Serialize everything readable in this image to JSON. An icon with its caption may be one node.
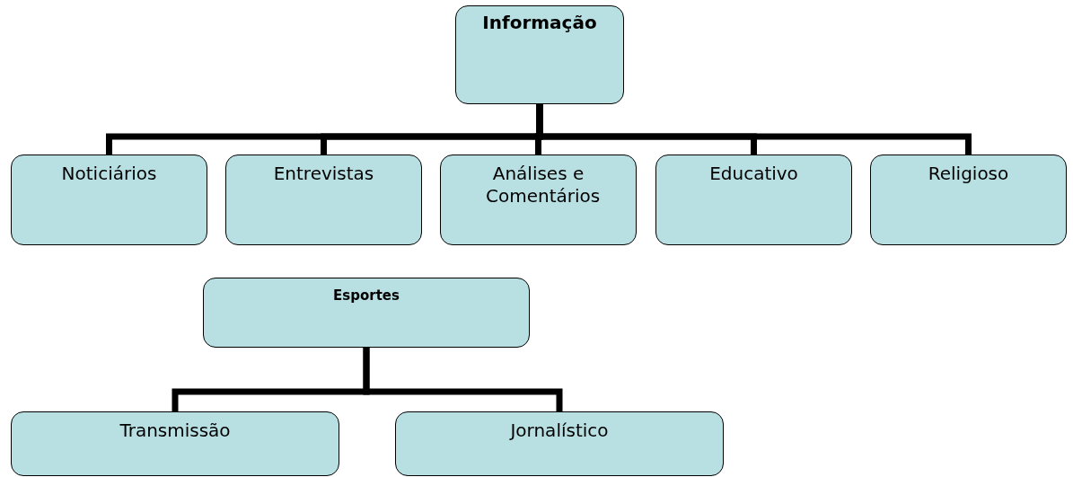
{
  "diagram": {
    "nodes": [
      {
        "text": [
          "Informação"
        ]
      },
      {
        "text": [
          "Noticiários"
        ]
      },
      {
        "text": [
          "Entrevistas"
        ]
      },
      {
        "text": [
          "Análises e Comentários"
        ]
      },
      {
        "text": [
          "Educativo"
        ]
      },
      {
        "text": [
          "Religioso"
        ]
      },
      {
        "text": [
          "Esportes"
        ]
      },
      {
        "text": [
          "Transmissão"
        ]
      },
      {
        "text": [
          "Jornalístico"
        ]
      }
    ],
    "edges": [
      {
        "from": 0,
        "to": 1,
        "arrow": "none"
      },
      {
        "from": 0,
        "to": 2,
        "arrow": "none"
      },
      {
        "from": 0,
        "to": 3,
        "arrow": "none"
      },
      {
        "from": 0,
        "to": 4,
        "arrow": "none"
      },
      {
        "from": 0,
        "to": 5,
        "arrow": "none"
      },
      {
        "from": 6,
        "to": 7,
        "arrow": "none"
      },
      {
        "from": 6,
        "to": 8,
        "arrow": "none"
      }
    ]
  }
}
